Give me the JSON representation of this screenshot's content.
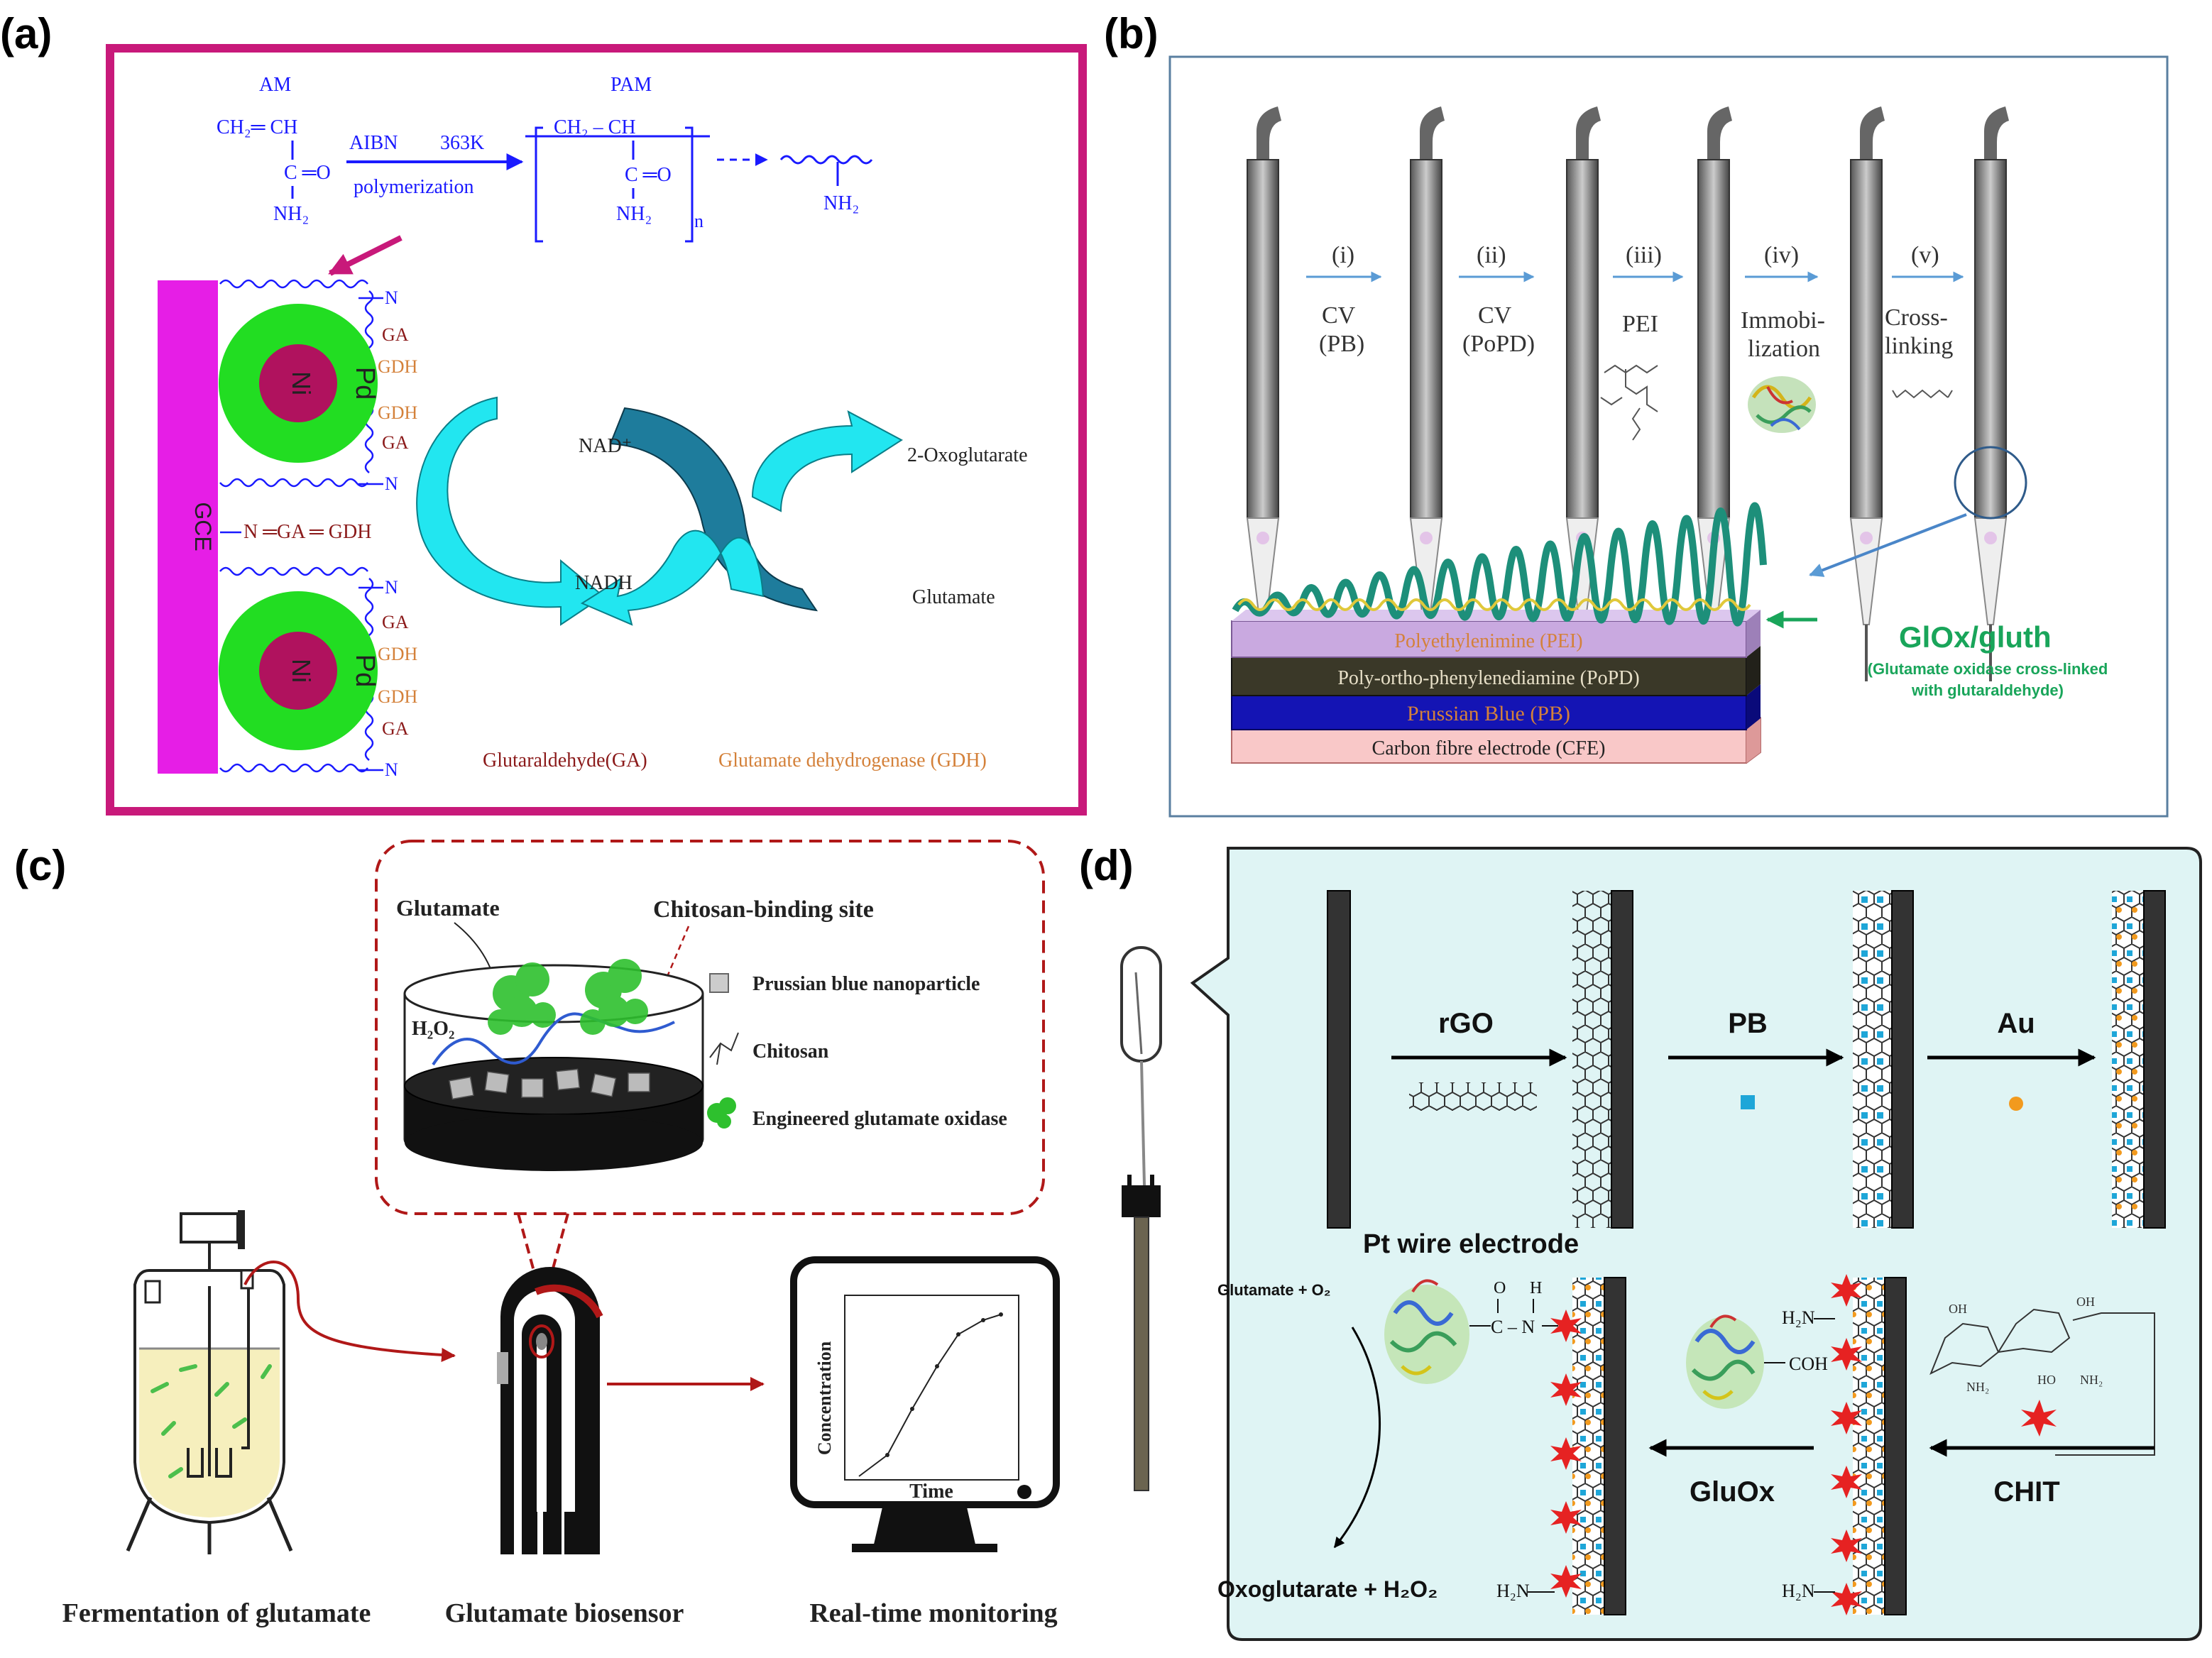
{
  "panel_a": {
    "label": "(a)",
    "am": "AM",
    "pam": "PAM",
    "ch2_eq_ch": "CH₂═ CH",
    "c_eq_o": "C ═O",
    "nh2": "NH₂",
    "aibn": "AIBN",
    "temp": "363K",
    "polymerization": "polymerization",
    "pam_chain": "CH₂ – CH",
    "pam_co": "C ═O",
    "pam_nh2": "NH₂",
    "n": "n",
    "nh2_chain": "NH₂",
    "gce": "GCE",
    "ni": "Ni",
    "pd": "Pd",
    "n_label": "N",
    "ga": "GA",
    "gdh": "GDH",
    "bridge": "N ═GA ═ GDH",
    "nad_plus": "NAD⁺",
    "nadh": "NADH",
    "oxoglutarate": "2-Oxoglutarate",
    "glutamate": "Glutamate",
    "ga_legend": "Glutaraldehyde(GA)",
    "gdh_legend": "Glutamate dehydrogenase (GDH)"
  },
  "panel_b": {
    "label": "(b)",
    "steps": [
      {
        "num": "(i)",
        "l1": "CV",
        "l2": "(PB)"
      },
      {
        "num": "(ii)",
        "l1": "CV",
        "l2": "(PoPD)"
      },
      {
        "num": "(iii)",
        "l1": "PEI",
        "l2": ""
      },
      {
        "num": "(iv)",
        "l1": "Immobi-",
        "l2": "lization"
      },
      {
        "num": "(v)",
        "l1": "Cross-",
        "l2": "linking"
      }
    ],
    "layers": [
      "Polyethylenimine (PEI)",
      "Poly-ortho-phenylenediamine (PoPD)",
      "Prussian Blue (PB)",
      "Carbon fibre electrode (CFE)"
    ],
    "glox": "GlOx/gluth",
    "glox_sub1": "(Glutamate oxidase cross-linked",
    "glox_sub2": "with glutaraldehyde)"
  },
  "panel_c": {
    "label": "(c)",
    "glutamate": "Glutamate",
    "binding_site": "Chitosan-binding site",
    "h2o2": "H₂O₂",
    "legend_pb": "Prussian blue nanoparticle",
    "legend_chitosan": "Chitosan",
    "legend_gox": "Engineered glutamate oxidase",
    "ylabel": "Concentration",
    "xlabel": "Time",
    "cap_ferment": "Fermentation of glutamate",
    "cap_sensor": "Glutamate biosensor",
    "cap_monitor": "Real-time monitoring"
  },
  "panel_d": {
    "label": "(d)",
    "rgo": "rGO",
    "pb": "PB",
    "au": "Au",
    "pt_wire": "Pt wire electrode",
    "glutamate_o2": "Glutamate + O₂",
    "oxoglutarate_h2o2": "Oxoglutarate + H₂O₂",
    "gluox": "GluOx",
    "chit": "CHIT",
    "cooh": "COH",
    "h2n": "H₂N",
    "amide_o": "O",
    "amide_h": "H",
    "amide_chain": "C – N"
  },
  "colors": {
    "magenta_border": "#c8197a",
    "gce": "#e61ee6",
    "pd_shell": "#22dd22",
    "ni_core": "#b0125e",
    "blue_text": "#1a1aff",
    "brown": "#8b1a1a",
    "orange": "#d4813a",
    "cyan_arrow": "#22e6f0",
    "teal_arrow": "#1e7c9c",
    "dark_red": "#b01818",
    "panel_d_bg": "#dff4f4",
    "glox_green": "#19a55a"
  }
}
